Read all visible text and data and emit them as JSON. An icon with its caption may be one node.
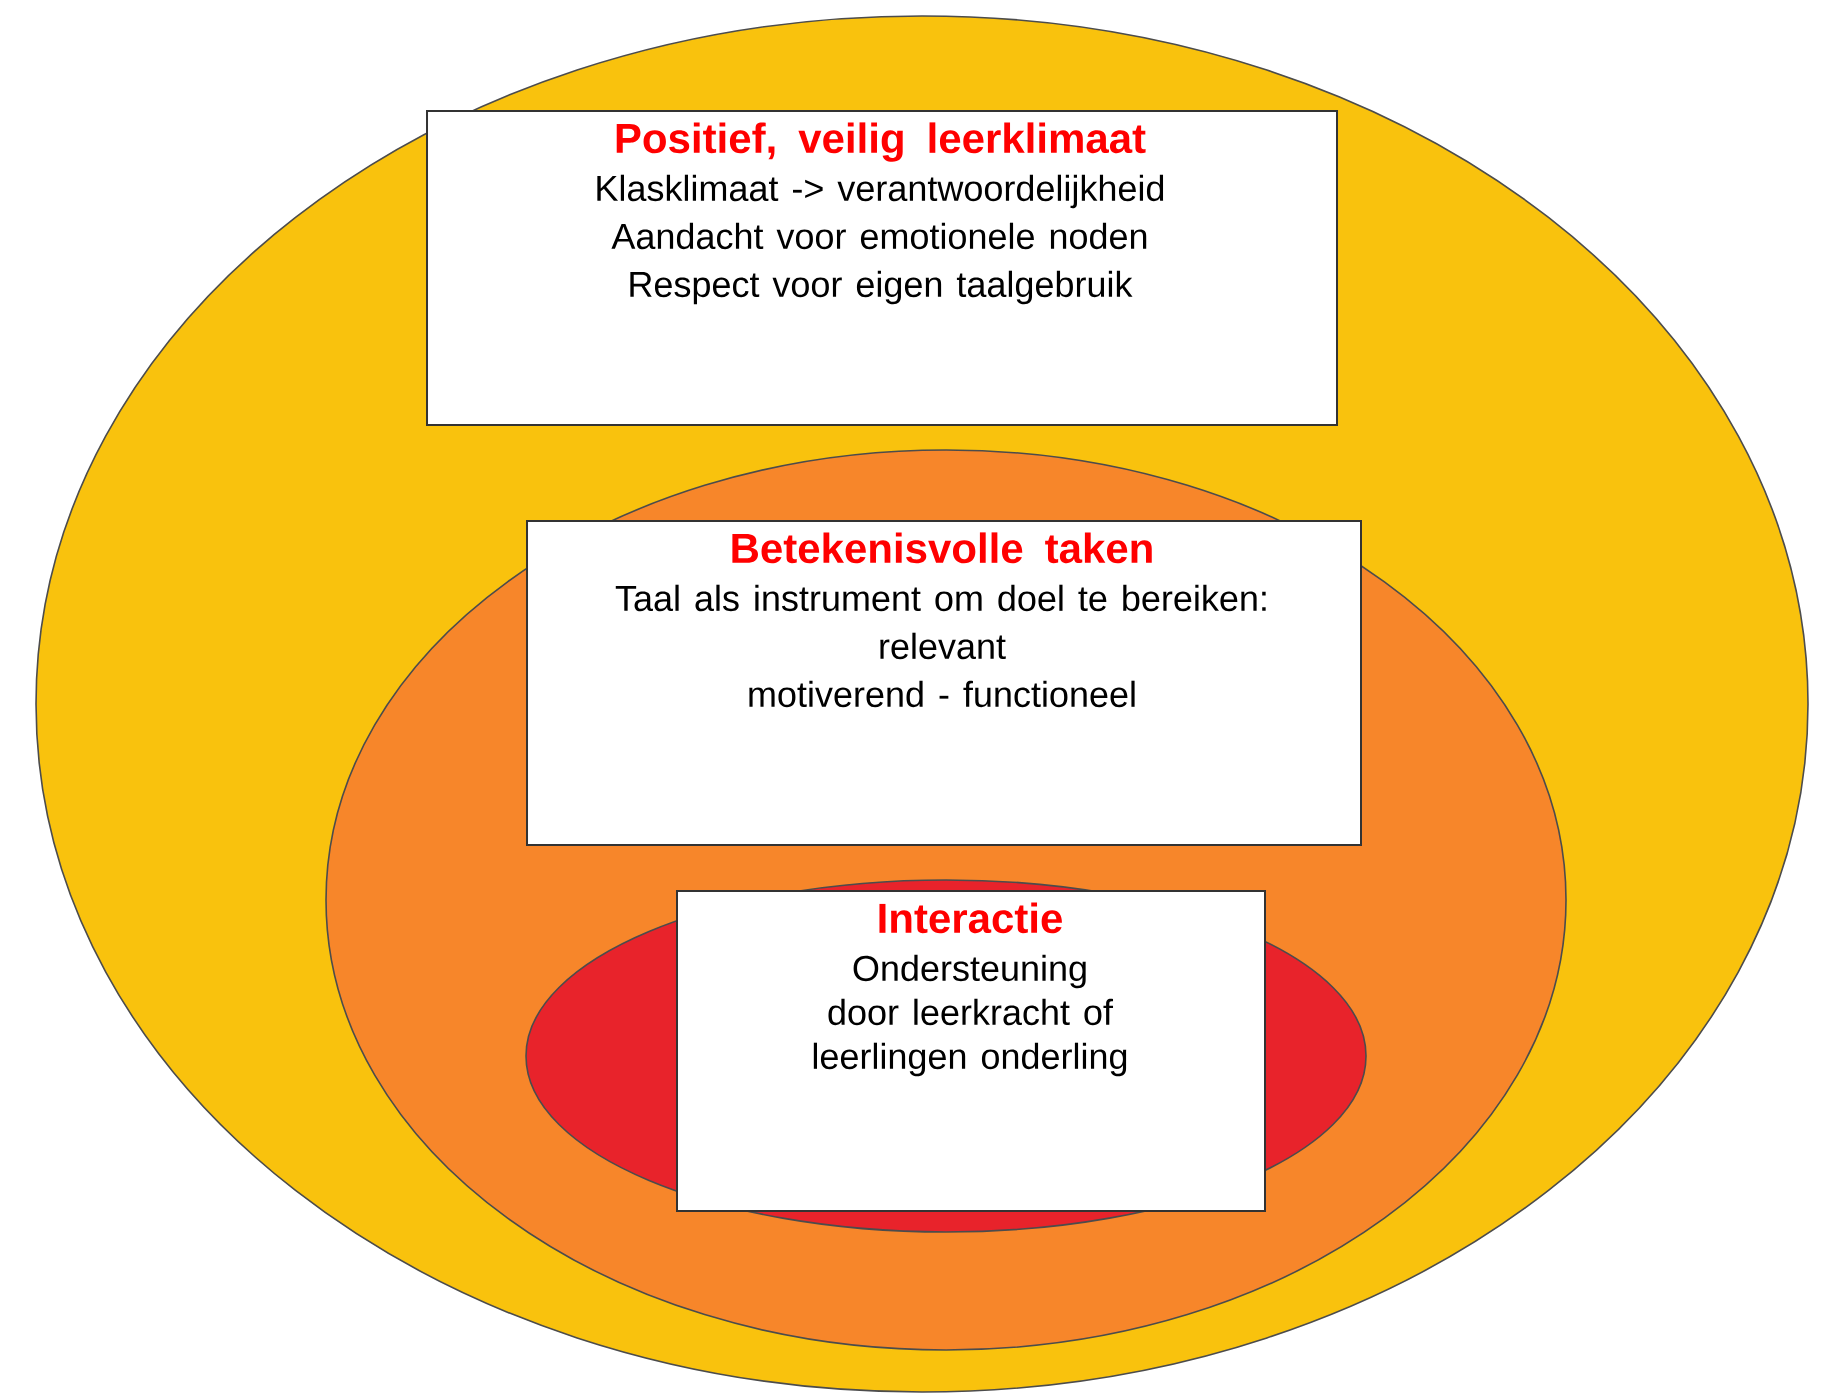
{
  "diagram": {
    "nodes": [
      {
        "text": [],
        "shape": "ellipse"
      },
      {
        "text": [
          "Positief, veilig leerklimaat",
          "Klasklimaat ->  verantwoordelijkheid",
          "Aandacht voor emotionele noden",
          "Respect voor eigen taalgebruik"
        ],
        "in": 0
      },
      {
        "text": [],
        "shape": "ellipse",
        "in": 0
      },
      {
        "text": [
          "Betekenisvolle taken",
          "Taal als instrument om doel te bereiken:",
          "relevant",
          "motiverend - functioneel"
        ],
        "in": 2
      },
      {
        "text": [],
        "shape": "ellipse",
        "in": 2
      },
      {
        "text": [
          "Interactie",
          "Ondersteuning door leerkracht of leerlingen onderling"
        ],
        "in": 4
      }
    ]
  }
}
